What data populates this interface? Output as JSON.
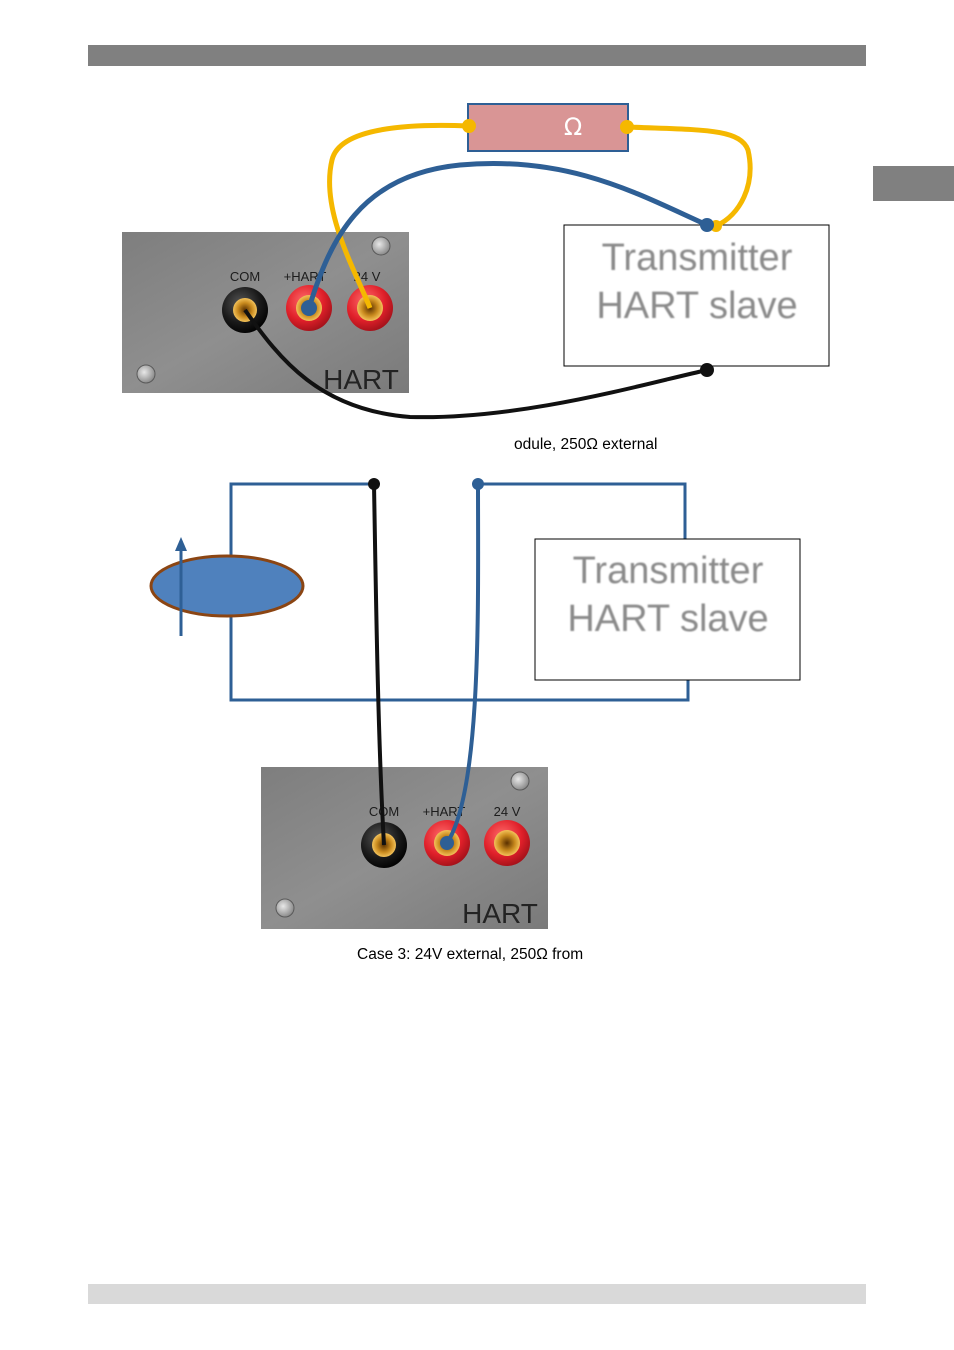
{
  "diagram1": {
    "resistor_symbol": "Ω",
    "transmitter_line1": "Transmitter",
    "transmitter_line2": "HART slave",
    "panel": {
      "com_label": "COM",
      "hart_label": "+HART",
      "v24_label": "24 V",
      "hart_text": "HART"
    },
    "caption": "odule, 250Ω external"
  },
  "diagram2": {
    "transmitter_line1": "Transmitter",
    "transmitter_line2": "HART slave",
    "panel": {
      "com_label": "COM",
      "hart_label": "+HART",
      "v24_label": "24 V",
      "hart_text": "HART"
    },
    "caption": "Case 3: 24V external, 250Ω from"
  },
  "colors": {
    "wire_yellow": "#f5b800",
    "wire_blue": "#2e5f95",
    "wire_black": "#111111",
    "resistor_fill": "#d99595",
    "source_fill": "#4f81bd",
    "source_stroke": "#8b4513",
    "panel_grey": "#8a8a8a"
  }
}
